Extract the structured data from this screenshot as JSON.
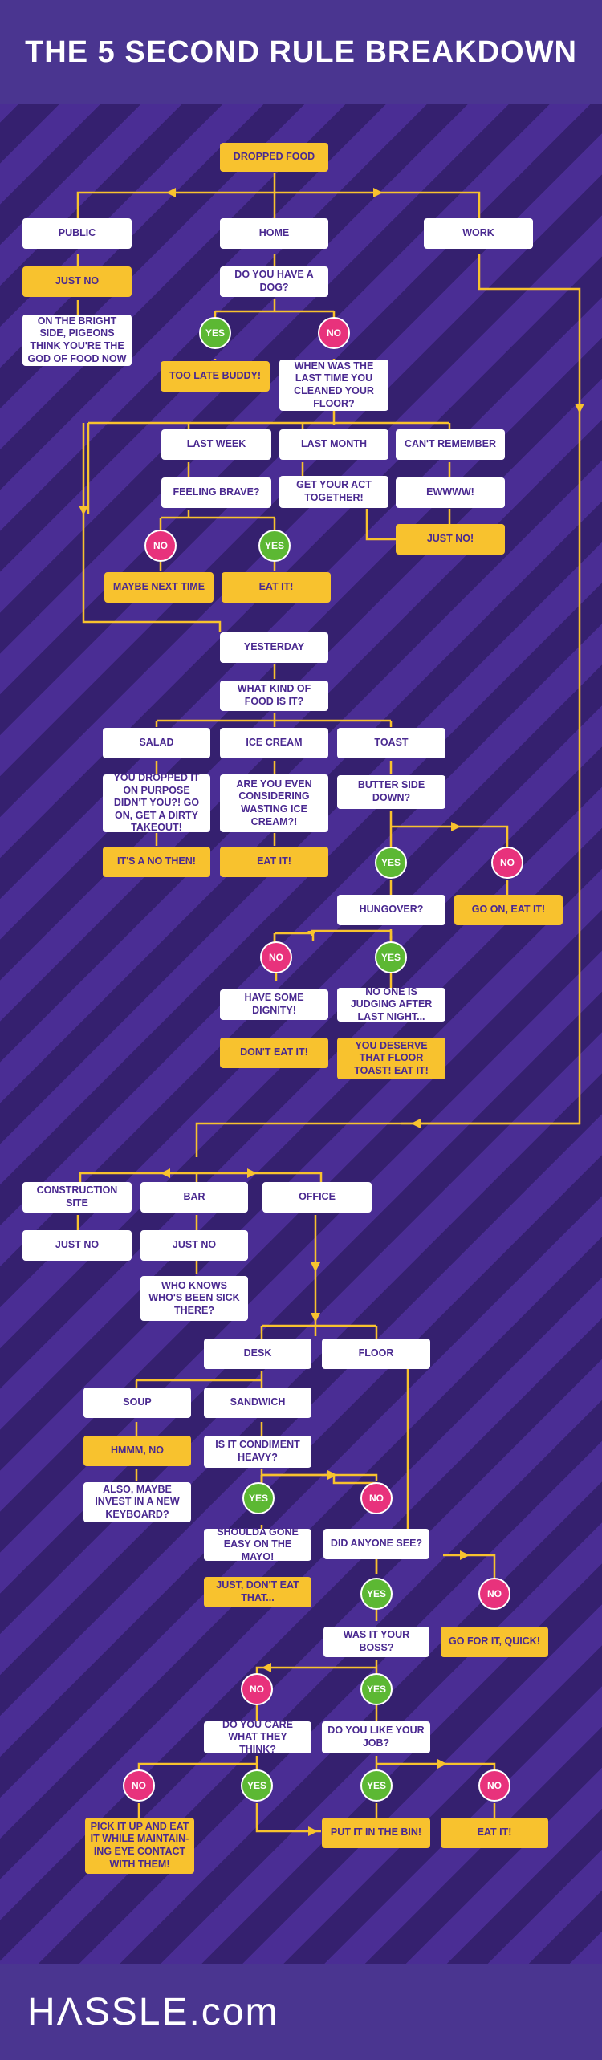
{
  "header": {
    "title": "THE 5 SECOND RULE BREAKDOWN"
  },
  "footer": {
    "logo": "HΛSSLE.com"
  },
  "colors": {
    "background": "#3e2480",
    "line": "#f8c22e",
    "yes": "#5cb833",
    "no": "#e8327c",
    "highlight_box": "#f8c22e"
  },
  "nodes": {
    "dropped_food": "DROPPED FOOD",
    "public": "PUBLIC",
    "home": "HOME",
    "work": "WORK",
    "just_no_1": "JUST NO",
    "bright_side": "ON THE BRIGHT SIDE, PIGEONS THINK YOU'RE THE GOD OF FOOD NOW",
    "have_dog": "DO YOU HAVE A DOG?",
    "yes_dog": "YES",
    "no_dog": "NO",
    "too_late": "TOO LATE BUDDY!",
    "last_time": "WHEN WAS THE LAST TIME YOU CLEANED YOUR FLOOR?",
    "last_week": "LAST WEEK",
    "last_month": "LAST MONTH",
    "cant_remember": "CAN'T REMEMBER",
    "feeling_brave": "FEELING BRAVE?",
    "get_act": "GET YOUR ACT TOGETHER!",
    "ewww": "EWWWW!",
    "just_no_2": "JUST NO!",
    "no_brave": "NO",
    "yes_brave": "YES",
    "maybe_next": "MAYBE NEXT TIME",
    "eat_it_1": "EAT IT!",
    "yesterday": "YESTERDAY",
    "what_food": "WHAT KIND OF FOOD IS IT?",
    "salad": "SALAD",
    "ice_cream": "ICE CREAM",
    "toast": "TOAST",
    "dropped_purpose": "YOU DROPPED IT ON PURPOSE DIDN'T YOU?! GO ON, GET A DIRTY TAKEOUT!",
    "wasting": "ARE YOU EVEN CONSIDERING WASTING ICE CREAM?!",
    "butter": "BUTTER SIDE DOWN?",
    "no_then": "IT'S A NO THEN!",
    "eat_it_2": "EAT IT!",
    "yes_butter": "YES",
    "no_butter": "NO",
    "hungover": "HUNGOVER?",
    "go_on": "GO ON, EAT IT!",
    "no_hung": "NO",
    "yes_hung": "YES",
    "dignity": "HAVE SOME DIGNITY!",
    "no_one": "NO ONE IS JUDGING AFTER LAST NIGHT...",
    "dont_eat": "DON'T EAT IT!",
    "deserve": "YOU DESERVE THAT FLOOR TOAST! EAT IT!",
    "construction": "CONSTRUCTION SITE",
    "bar": "BAR",
    "office": "OFFICE",
    "just_no_3": "JUST NO",
    "just_no_4": "JUST NO",
    "who_knows": "WHO KNOWS WHO'S BEEN SICK THERE?",
    "desk": "DESK",
    "floor": "FLOOR",
    "soup": "SOUP",
    "sandwich": "SANDWICH",
    "hmm_no": "HMMM, NO",
    "condiment": "IS IT CONDIMENT HEAVY?",
    "keyboard": "ALSO, MAYBE INVEST IN A NEW KEYBOARD?",
    "yes_cond": "YES",
    "no_cond": "NO",
    "mayo": "SHOULDA GONE EASY ON THE MAYO!",
    "anyone_see": "DID ANYONE SEE?",
    "just_dont": "JUST, DON'T EAT THAT...",
    "yes_see": "YES",
    "no_see": "NO",
    "boss": "WAS IT YOUR BOSS?",
    "go_for_it": "GO FOR IT, QUICK!",
    "no_boss": "NO",
    "yes_boss": "YES",
    "care_think": "DO YOU CARE WHAT THEY THINK?",
    "like_job": "DO YOU LIKE YOUR JOB?",
    "no_care": "NO",
    "yes_care": "YES",
    "yes_job": "YES",
    "no_job": "NO",
    "pick_up": "PICK IT UP AND EAT IT WHILE MAINTAIN-ING EYE CONTACT WITH THEM!",
    "bin": "PUT IT IN THE BIN!",
    "eat_it_3": "EAT IT!"
  }
}
